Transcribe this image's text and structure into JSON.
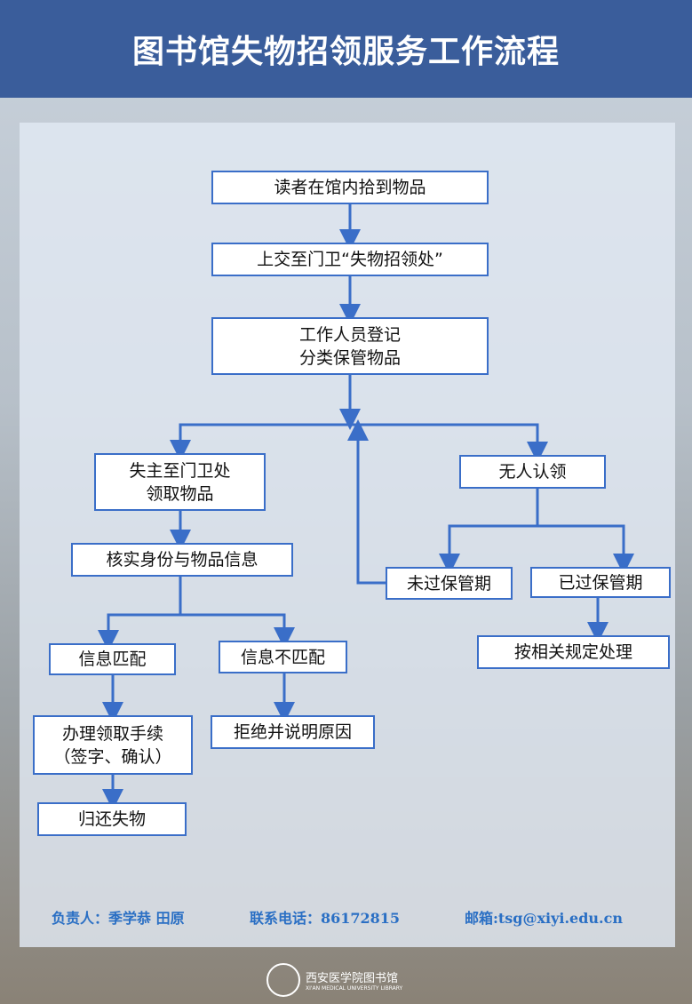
{
  "title": "图书馆失物招领服务工作流程",
  "steps": {
    "s1": "读者在馆内拾到物品",
    "s2": "上交至门卫“失物招领处”",
    "s3a": "工作人员登记",
    "s3b": "分类保管物品",
    "s4a": "失主至门卫处",
    "s4b": "领取物品",
    "s5": "无人认领",
    "s6": "核实身份与物品信息",
    "s7": "未过保管期",
    "s8": "已过保管期",
    "s9": "信息匹配",
    "s10": "信息不匹配",
    "s11": "按相关规定处理",
    "s12a": "办理领取手续",
    "s12b": "（签字、确认）",
    "s13": "拒绝并说明原因",
    "s14": "归还失物"
  },
  "footer": {
    "responsible": "负责人：季学恭 田原",
    "phone": "联系电话：86172815",
    "email": "邮箱:tsg@xiyi.edu.cn"
  },
  "logo": {
    "name_cn": "西安医学院图书馆",
    "name_en": "XI'AN MEDICAL UNIVERSITY LIBRARY"
  },
  "colors": {
    "header": "#3a5d9b",
    "box_border": "#3a6ec8",
    "footer_text": "#2a6fc4"
  }
}
